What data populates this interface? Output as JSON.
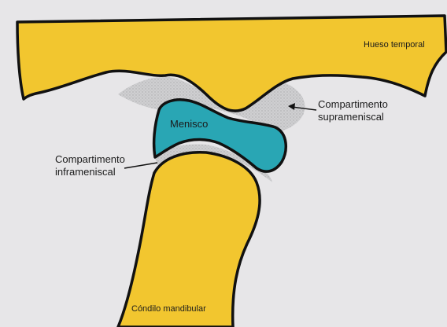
{
  "labels": {
    "temporal_bone": "Hueso temporal",
    "superior_compartment_line1": "Compartimento",
    "superior_compartment_line2": "suprameniscal",
    "meniscus": "Menisco",
    "inferior_compartment_line1": "Compartimento",
    "inferior_compartment_line2": "inframeniscal",
    "condyle": "Cóndilo mandibular"
  },
  "colors": {
    "bone_yellow": "#f2c62f",
    "meniscus_teal": "#29a6b4",
    "synovial_gray": "#c7c7c9",
    "outline": "#111111",
    "background": "#e7e6e8"
  }
}
